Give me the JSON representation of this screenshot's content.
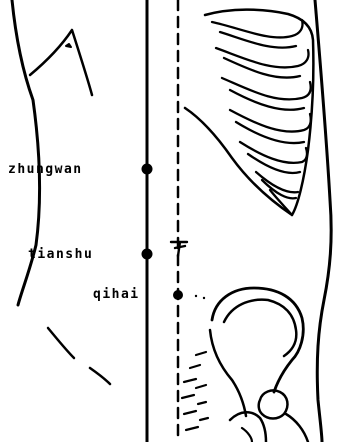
{
  "points": {
    "zhongwan": {
      "label": "zhungwan"
    },
    "tianshu": {
      "label": "tianshu"
    },
    "qihai": {
      "label": "qihai"
    }
  },
  "colors": {
    "ink": "#000000",
    "paper": "#ffffff"
  }
}
